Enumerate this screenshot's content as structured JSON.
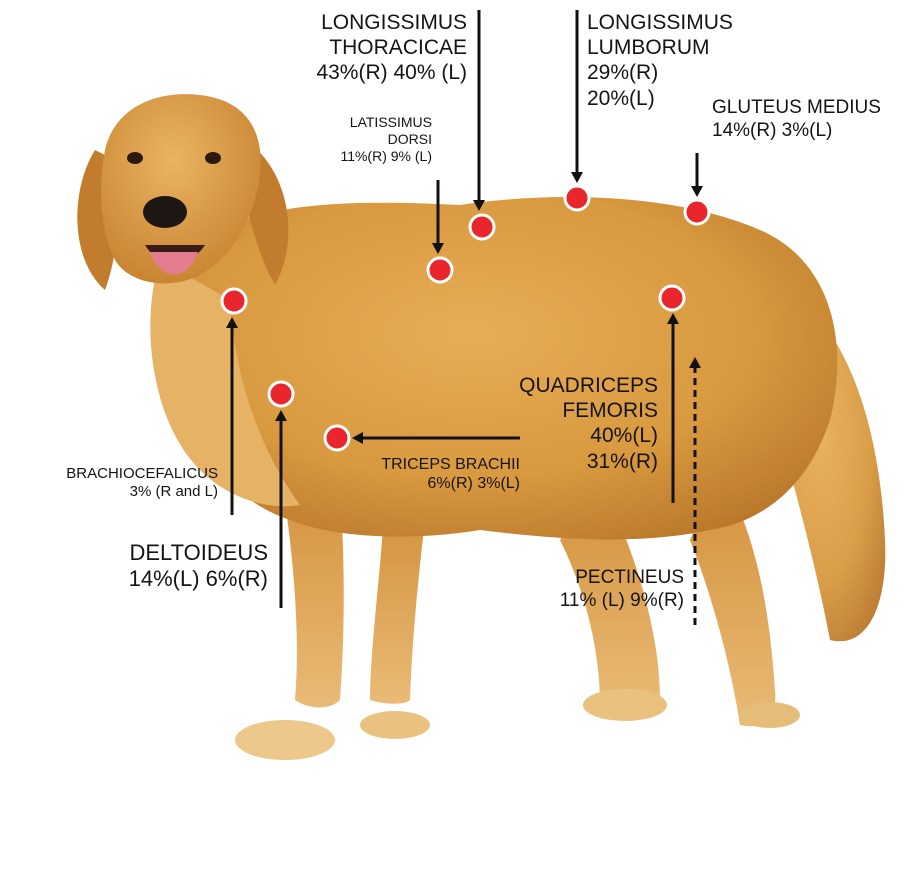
{
  "colors": {
    "marker_fill": "#e8262b",
    "marker_ring": "#ffffff",
    "arrow": "#111111",
    "dog_coat": "#d8993f",
    "background": "#ffffff"
  },
  "muscles": [
    {
      "id": "longissimus-thoracicae",
      "lines": [
        "LONGISSIMUS",
        "THORACICAE",
        "43%(R) 40% (L)"
      ]
    },
    {
      "id": "longissimus-lumborum",
      "lines": [
        "LONGISSIMUS",
        "LUMBORUM",
        "29%(R)",
        "20%(L)"
      ]
    },
    {
      "id": "gluteus-medius",
      "lines": [
        "GLUTEUS MEDIUS",
        "14%(R) 3%(L)"
      ]
    },
    {
      "id": "latissimus-dorsi",
      "lines": [
        "LATISSIMUS",
        "DORSI",
        "11%(R) 9% (L)"
      ]
    },
    {
      "id": "quadriceps-femoris",
      "lines": [
        "QUADRICEPS",
        "FEMORIS",
        "40%(L)",
        "31%(R)"
      ]
    },
    {
      "id": "triceps-brachii",
      "lines": [
        "TRICEPS BRACHII",
        "6%(R) 3%(L)"
      ]
    },
    {
      "id": "brachiocefalicus",
      "lines": [
        "BRACHIOCEFALICUS",
        "3% (R and L)"
      ]
    },
    {
      "id": "deltoideus",
      "lines": [
        "DELTOIDEUS",
        "14%(L) 6%(R)"
      ]
    },
    {
      "id": "pectineus",
      "lines": [
        "PECTINEUS",
        "11% (L) 9%(R)"
      ]
    }
  ]
}
